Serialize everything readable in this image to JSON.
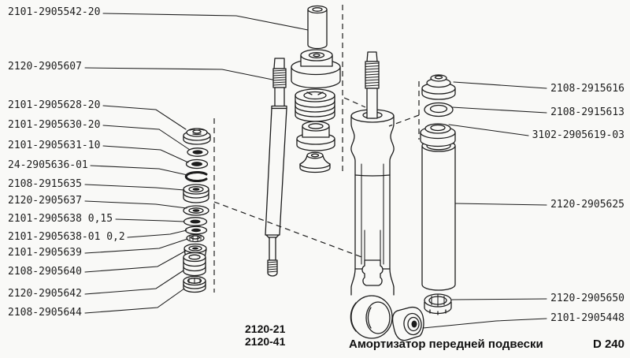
{
  "figure": {
    "caption": "Амортизатор передней подвески",
    "page_code": "D 240",
    "model_codes": [
      "2120-21",
      "2120-41"
    ]
  },
  "part_labels": {
    "left": [
      "2101-2905542-20",
      "2120-2905607",
      "2101-2905628-20",
      "2101-2905630-20",
      "2101-2905631-10",
      "24-2905636-01",
      "2108-2915635",
      "2120-2905637",
      "2101-2905638 0,15",
      "2101-2905638-01 0,2",
      "2101-2905639",
      "2108-2905640",
      "2120-2905642",
      "2108-2905644"
    ],
    "right": [
      "2108-2915616",
      "2108-2915613",
      "3102-2905619-03",
      "2120-2905625",
      "2120-2905650",
      "2101-2905448"
    ]
  },
  "colors": {
    "ink": "#1c1c1c",
    "paper": "#f9f9f7"
  }
}
